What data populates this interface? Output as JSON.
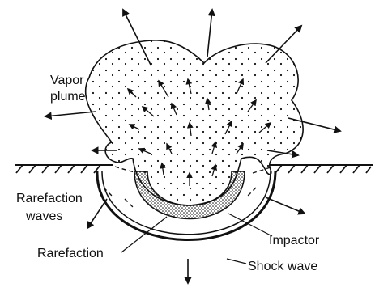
{
  "labels": {
    "vapor_plume_line1": "Vapor",
    "vapor_plume_line2": "plume",
    "rarefaction_waves_line1": "Rarefaction",
    "rarefaction_waves_line2": "waves",
    "impactor": "Impactor",
    "rarefaction": "Rarefaction",
    "shock_wave": "Shock wave"
  },
  "colors": {
    "ink": "#111111",
    "background": "#ffffff",
    "impactor_fill": "#9a9a9a"
  }
}
